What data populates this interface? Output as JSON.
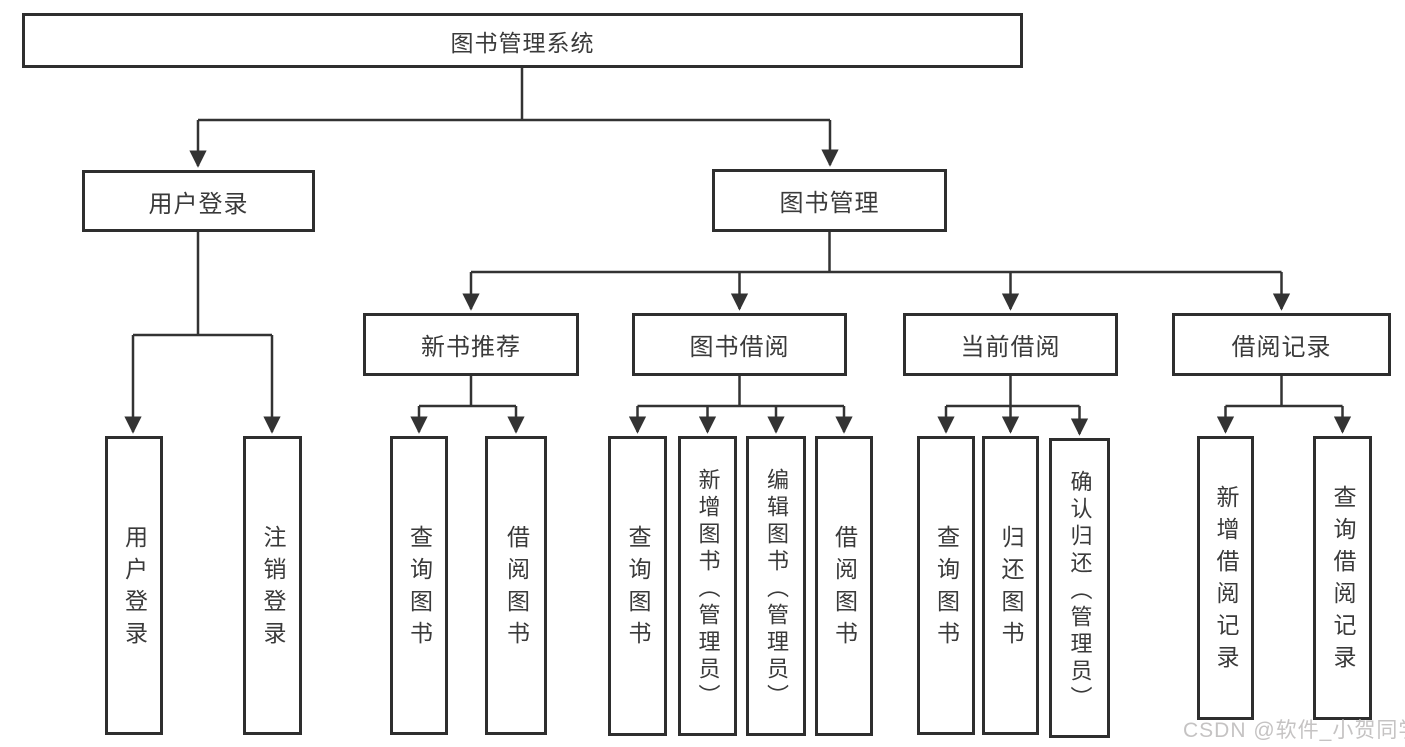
{
  "diagram": {
    "root": {
      "label": "图书管理系统"
    },
    "level2": [
      {
        "label": "用户登录"
      },
      {
        "label": "图书管理"
      }
    ],
    "level3": [
      {
        "label": "新书推荐"
      },
      {
        "label": "图书借阅"
      },
      {
        "label": "当前借阅"
      },
      {
        "label": "借阅记录"
      }
    ],
    "leaves": {
      "login": [
        "用户登录",
        "注销登录"
      ],
      "recommend": [
        "查询图书",
        "借阅图书"
      ],
      "borrow": [
        "查询图书",
        "新增图书（管理员）",
        "编辑图书（管理员）",
        "借阅图书"
      ],
      "current": [
        "查询图书",
        "归还图书",
        "确认归还（管理员）"
      ],
      "records": [
        "新增借阅记录",
        "查询借阅记录"
      ]
    },
    "colors": {
      "line": "#333333",
      "box_border": "#2e2e2e",
      "text": "#3a3a3a",
      "watermark": "#c5c3c3"
    }
  },
  "watermark": {
    "text": "CSDN @软件_小贺同学"
  }
}
